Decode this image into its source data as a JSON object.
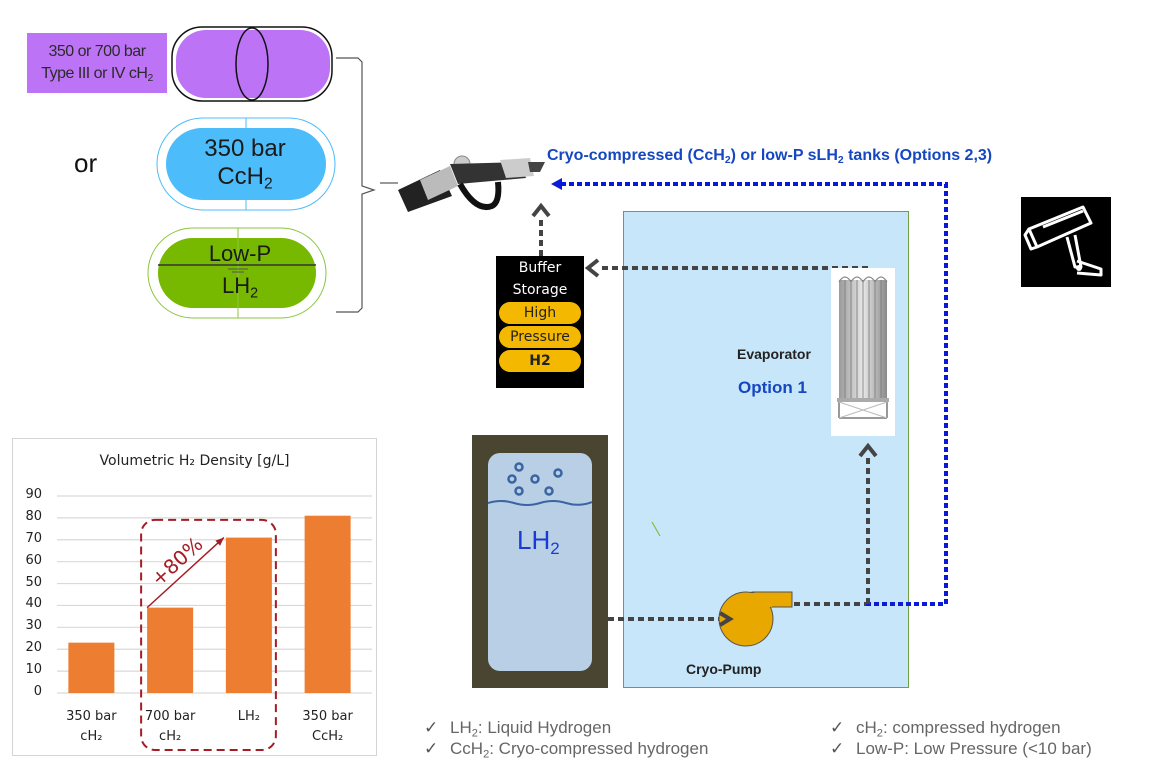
{
  "tanks": {
    "type_label_line1": "350 or 700 bar",
    "type_label_line2": "Type III or IV cH",
    "type_label_sub": "2",
    "or_text": "or",
    "cch2_line1": "350 bar",
    "cch2_line2": "CcH",
    "cch2_sub": "2",
    "lowp_line1": "Low-P",
    "lowp_line2": "LH",
    "lowp_sub": "2",
    "colors": {
      "cH2": "#bd73f5",
      "CcH2": "#4dbcfa",
      "LH2": "#77b800"
    }
  },
  "flow": {
    "cryo_title_a": "Cryo-compressed (CcH",
    "cryo_title_b": ") or low-P sLH",
    "cryo_title_c": " tanks (Options 2,3)",
    "cryo_sub": "2",
    "buffer": {
      "line1": "Buffer",
      "line2": "Storage",
      "pills": [
        "High",
        "Pressure",
        "H2"
      ]
    },
    "evaporator_label": "Evaporator",
    "option1_label": "Option 1",
    "pump_label": "Cryo-Pump",
    "lh2_tank_label": "LH",
    "lh2_tank_sub": "2",
    "colors": {
      "option_blue": "#1547c0",
      "flow_dark": "#444444",
      "flow_blue": "#0a1ad8",
      "station_bg": "#c8e6fa",
      "pump": "#e8a800"
    }
  },
  "icons": {
    "nozzle": "fuel-nozzle-icon",
    "camera": "security-camera-icon",
    "evaporator": "evaporator-image",
    "pump": "cryo-pump-icon"
  },
  "legend": {
    "check": "✓",
    "items": [
      {
        "abbr": "LH",
        "sub": "2",
        "desc": ": Liquid Hydrogen"
      },
      {
        "abbr": "CcH",
        "sub": "2",
        "desc": ": Cryo-compressed hydrogen"
      },
      {
        "abbr": "cH",
        "sub": "2",
        "desc": ": compressed hydrogen"
      },
      {
        "abbr": "Low-P",
        "sub": "",
        "desc": ": Low Pressure (<10 bar)"
      }
    ]
  },
  "chart_data": {
    "type": "bar",
    "title": "Volumetric H₂ Density [g/L]",
    "categories": [
      [
        "350 bar",
        "cH₂"
      ],
      [
        "700 bar",
        "cH₂"
      ],
      [
        "LH₂",
        ""
      ],
      [
        "350 bar",
        "CcH₂"
      ]
    ],
    "values": [
      23,
      39,
      71,
      81
    ],
    "ylim": [
      0,
      90
    ],
    "yticks": [
      0,
      10,
      20,
      30,
      40,
      50,
      60,
      70,
      80,
      90
    ],
    "xlabel": "",
    "ylabel": "",
    "grid": true,
    "bar_color": "#ed7d31",
    "annotation": {
      "text": "+80%",
      "from_category": 1,
      "to_category": 2,
      "highlight_categories": [
        1,
        2
      ],
      "color": "#a51c24"
    }
  }
}
